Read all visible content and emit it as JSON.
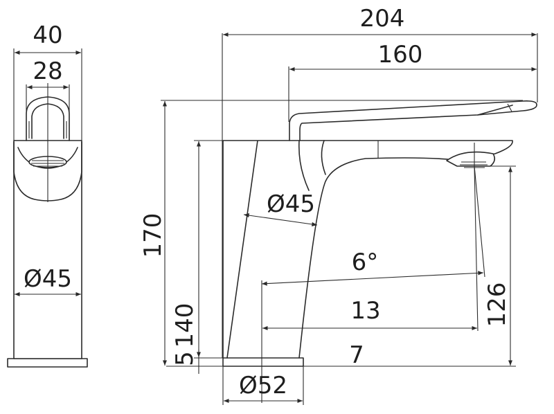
{
  "side_view": {
    "dim_top_width": "40",
    "dim_inner_width": "28",
    "dim_body_diameter": "Ø45"
  },
  "front_view": {
    "dim_overall_length": "204",
    "dim_handle_length": "160",
    "dim_overall_height": "170",
    "dim_body_diameter": "Ø45",
    "dim_angle": "6°",
    "dim_reach": "13",
    "dim_spout_height": "126",
    "dim_body_height": "140",
    "dim_base_thickness": "5",
    "dim_offset": "7",
    "dim_base_diameter": "Ø52"
  }
}
